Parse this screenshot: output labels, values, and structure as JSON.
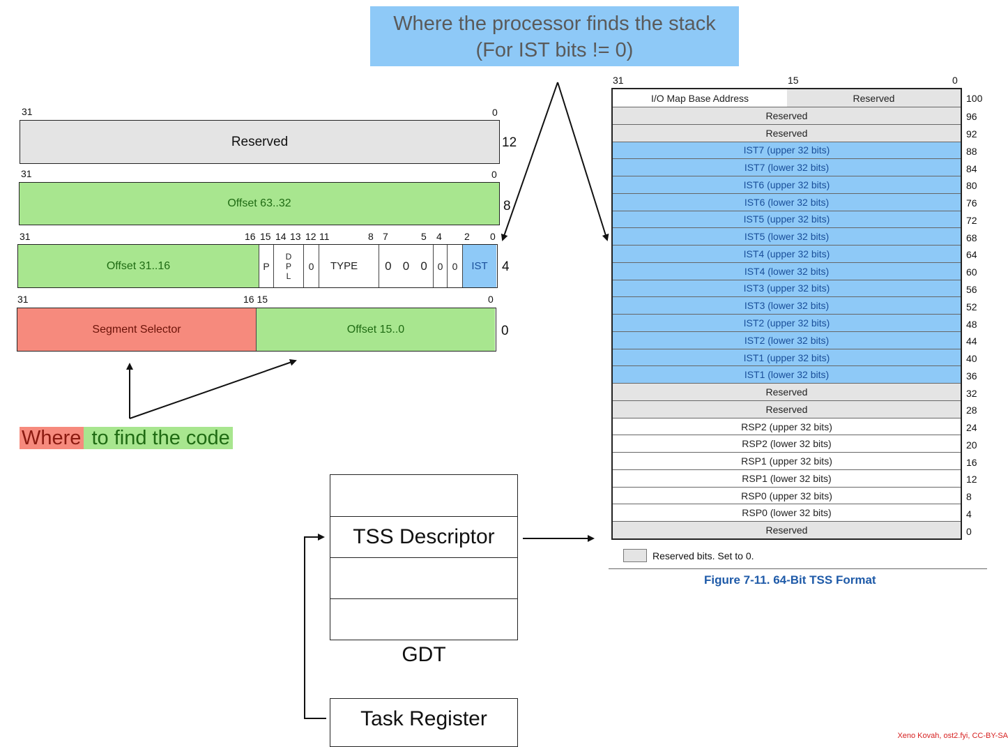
{
  "banner": {
    "line1": "Where the processor finds the stack",
    "line2": "(For IST bits != 0)"
  },
  "descriptor": {
    "row12": {
      "msb": "31",
      "lsb": "0",
      "label": "Reserved",
      "offset": "12"
    },
    "row8": {
      "msb": "31",
      "lsb": "0",
      "label": "Offset 63..32",
      "offset": "8"
    },
    "row4": {
      "bits": [
        "31",
        "16",
        "15",
        "14",
        "13",
        "12",
        "11",
        "8",
        "7",
        "5",
        "4",
        "2",
        "0"
      ],
      "offset_label": "Offset 31..16",
      "p": "P",
      "dpl": [
        "D",
        "P",
        "L"
      ],
      "zero": "0",
      "type": "TYPE",
      "zeros": [
        "0",
        "0",
        "0",
        "0",
        "0"
      ],
      "ist": "IST",
      "offset": "4"
    },
    "row0": {
      "msb": "31",
      "mid": "16 15",
      "lsb": "0",
      "selector": "Segment Selector",
      "offset_label": "Offset 15..0",
      "offset": "0"
    }
  },
  "where_code": {
    "part1": "Where",
    "part2": " to find the code"
  },
  "gdt": {
    "entry": "TSS Descriptor",
    "label": "GDT"
  },
  "task_register": "Task Register",
  "tss": {
    "bits": {
      "left": "31",
      "mid": "15",
      "right": "0"
    },
    "top_left": "I/O Map Base Address",
    "top_right": "Reserved",
    "top_offset": "100",
    "rows": [
      {
        "label": "Reserved",
        "offset": "96",
        "kind": "gray"
      },
      {
        "label": "Reserved",
        "offset": "92",
        "kind": "gray"
      },
      {
        "label": "IST7 (upper 32 bits)",
        "offset": "88",
        "kind": "blue"
      },
      {
        "label": "IST7 (lower 32 bits)",
        "offset": "84",
        "kind": "blue"
      },
      {
        "label": "IST6 (upper 32 bits)",
        "offset": "80",
        "kind": "blue"
      },
      {
        "label": "IST6 (lower 32 bits)",
        "offset": "76",
        "kind": "blue"
      },
      {
        "label": "IST5 (upper 32 bits)",
        "offset": "72",
        "kind": "blue"
      },
      {
        "label": "IST5 (lower 32 bits)",
        "offset": "68",
        "kind": "blue"
      },
      {
        "label": "IST4 (upper 32 bits)",
        "offset": "64",
        "kind": "blue"
      },
      {
        "label": "IST4 (lower 32 bits)",
        "offset": "60",
        "kind": "blue"
      },
      {
        "label": "IST3 (upper 32 bits)",
        "offset": "56",
        "kind": "blue"
      },
      {
        "label": "IST3 (lower 32 bits)",
        "offset": "52",
        "kind": "blue"
      },
      {
        "label": "IST2 (upper 32 bits)",
        "offset": "48",
        "kind": "blue"
      },
      {
        "label": "IST2 (lower 32 bits)",
        "offset": "44",
        "kind": "blue"
      },
      {
        "label": "IST1 (upper 32 bits)",
        "offset": "40",
        "kind": "blue"
      },
      {
        "label": "IST1 (lower 32 bits)",
        "offset": "36",
        "kind": "blue"
      },
      {
        "label": "Reserved",
        "offset": "32",
        "kind": "gray"
      },
      {
        "label": "Reserved",
        "offset": "28",
        "kind": "gray"
      },
      {
        "label": "RSP2 (upper 32 bits)",
        "offset": "24",
        "kind": "white"
      },
      {
        "label": "RSP2 (lower 32 bits)",
        "offset": "20",
        "kind": "white"
      },
      {
        "label": "RSP1 (upper 32 bits)",
        "offset": "16",
        "kind": "white"
      },
      {
        "label": "RSP1 (lower 32 bits)",
        "offset": "12",
        "kind": "white"
      },
      {
        "label": "RSP0 (upper 32 bits)",
        "offset": "8",
        "kind": "white"
      },
      {
        "label": "RSP0 (lower 32 bits)",
        "offset": "4",
        "kind": "white"
      },
      {
        "label": "Reserved",
        "offset": "0",
        "kind": "gray"
      }
    ],
    "legend": "Reserved bits. Set to 0.",
    "caption": "Figure 7-11.  64-Bit TSS Format"
  },
  "colors": {
    "blue": "#8ec9f7",
    "gray": "#e4e4e4",
    "green": "#a8e68f",
    "red": "#f68a7d",
    "caption": "#1e5aa8"
  },
  "credit": "Xeno Kovah, ost2.fyi, CC-BY-SA"
}
